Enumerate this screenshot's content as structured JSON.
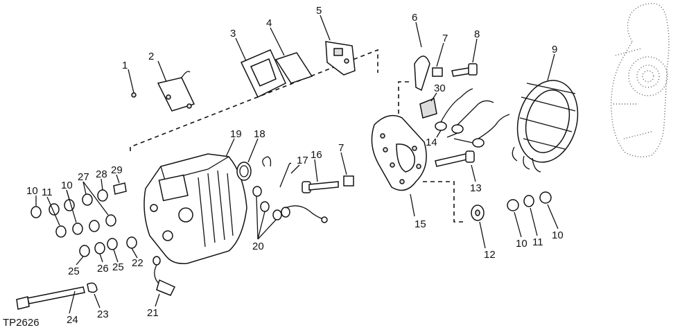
{
  "figure_code": "TP2626",
  "labels": [
    "1",
    "2",
    "3",
    "4",
    "5",
    "6",
    "7",
    "8",
    "9",
    "30",
    "19",
    "18",
    "17",
    "16",
    "7",
    "14",
    "10",
    "11",
    "10",
    "27",
    "28",
    "29",
    "13",
    "15",
    "20",
    "12",
    "10",
    "11",
    "10",
    "25",
    "26",
    "25",
    "22",
    "24",
    "23",
    "21"
  ]
}
